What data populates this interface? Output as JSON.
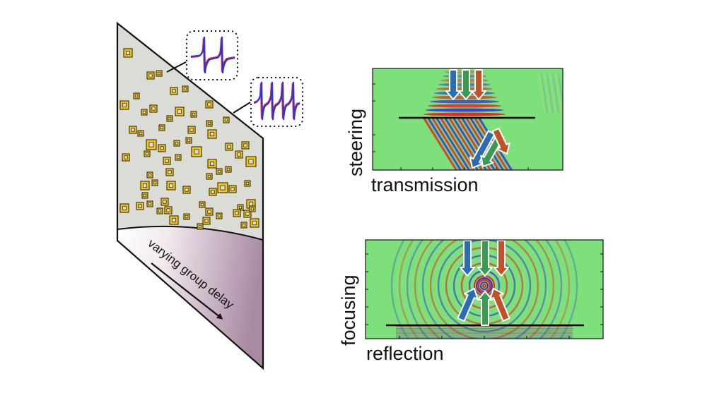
{
  "labels": {
    "steering": "steering",
    "transmission": "transmission",
    "focusing": "focusing",
    "reflection": "reflection",
    "varying": "varying group delay"
  },
  "colors": {
    "background": "#ffffff",
    "surface_panel": "#dcdcd6",
    "gradient_start": "#ffffff",
    "gradient_end": "#b08aa6",
    "resonator": "#e8c020",
    "plot_background": "#7ee07a",
    "wave_red": "#e8231f",
    "wave_blue": "#2c36d8",
    "arrow_blue": "#2a6db5",
    "arrow_green": "#3a9a52",
    "arrow_orange": "#c0522a",
    "boundary_line": "#000000"
  }
}
